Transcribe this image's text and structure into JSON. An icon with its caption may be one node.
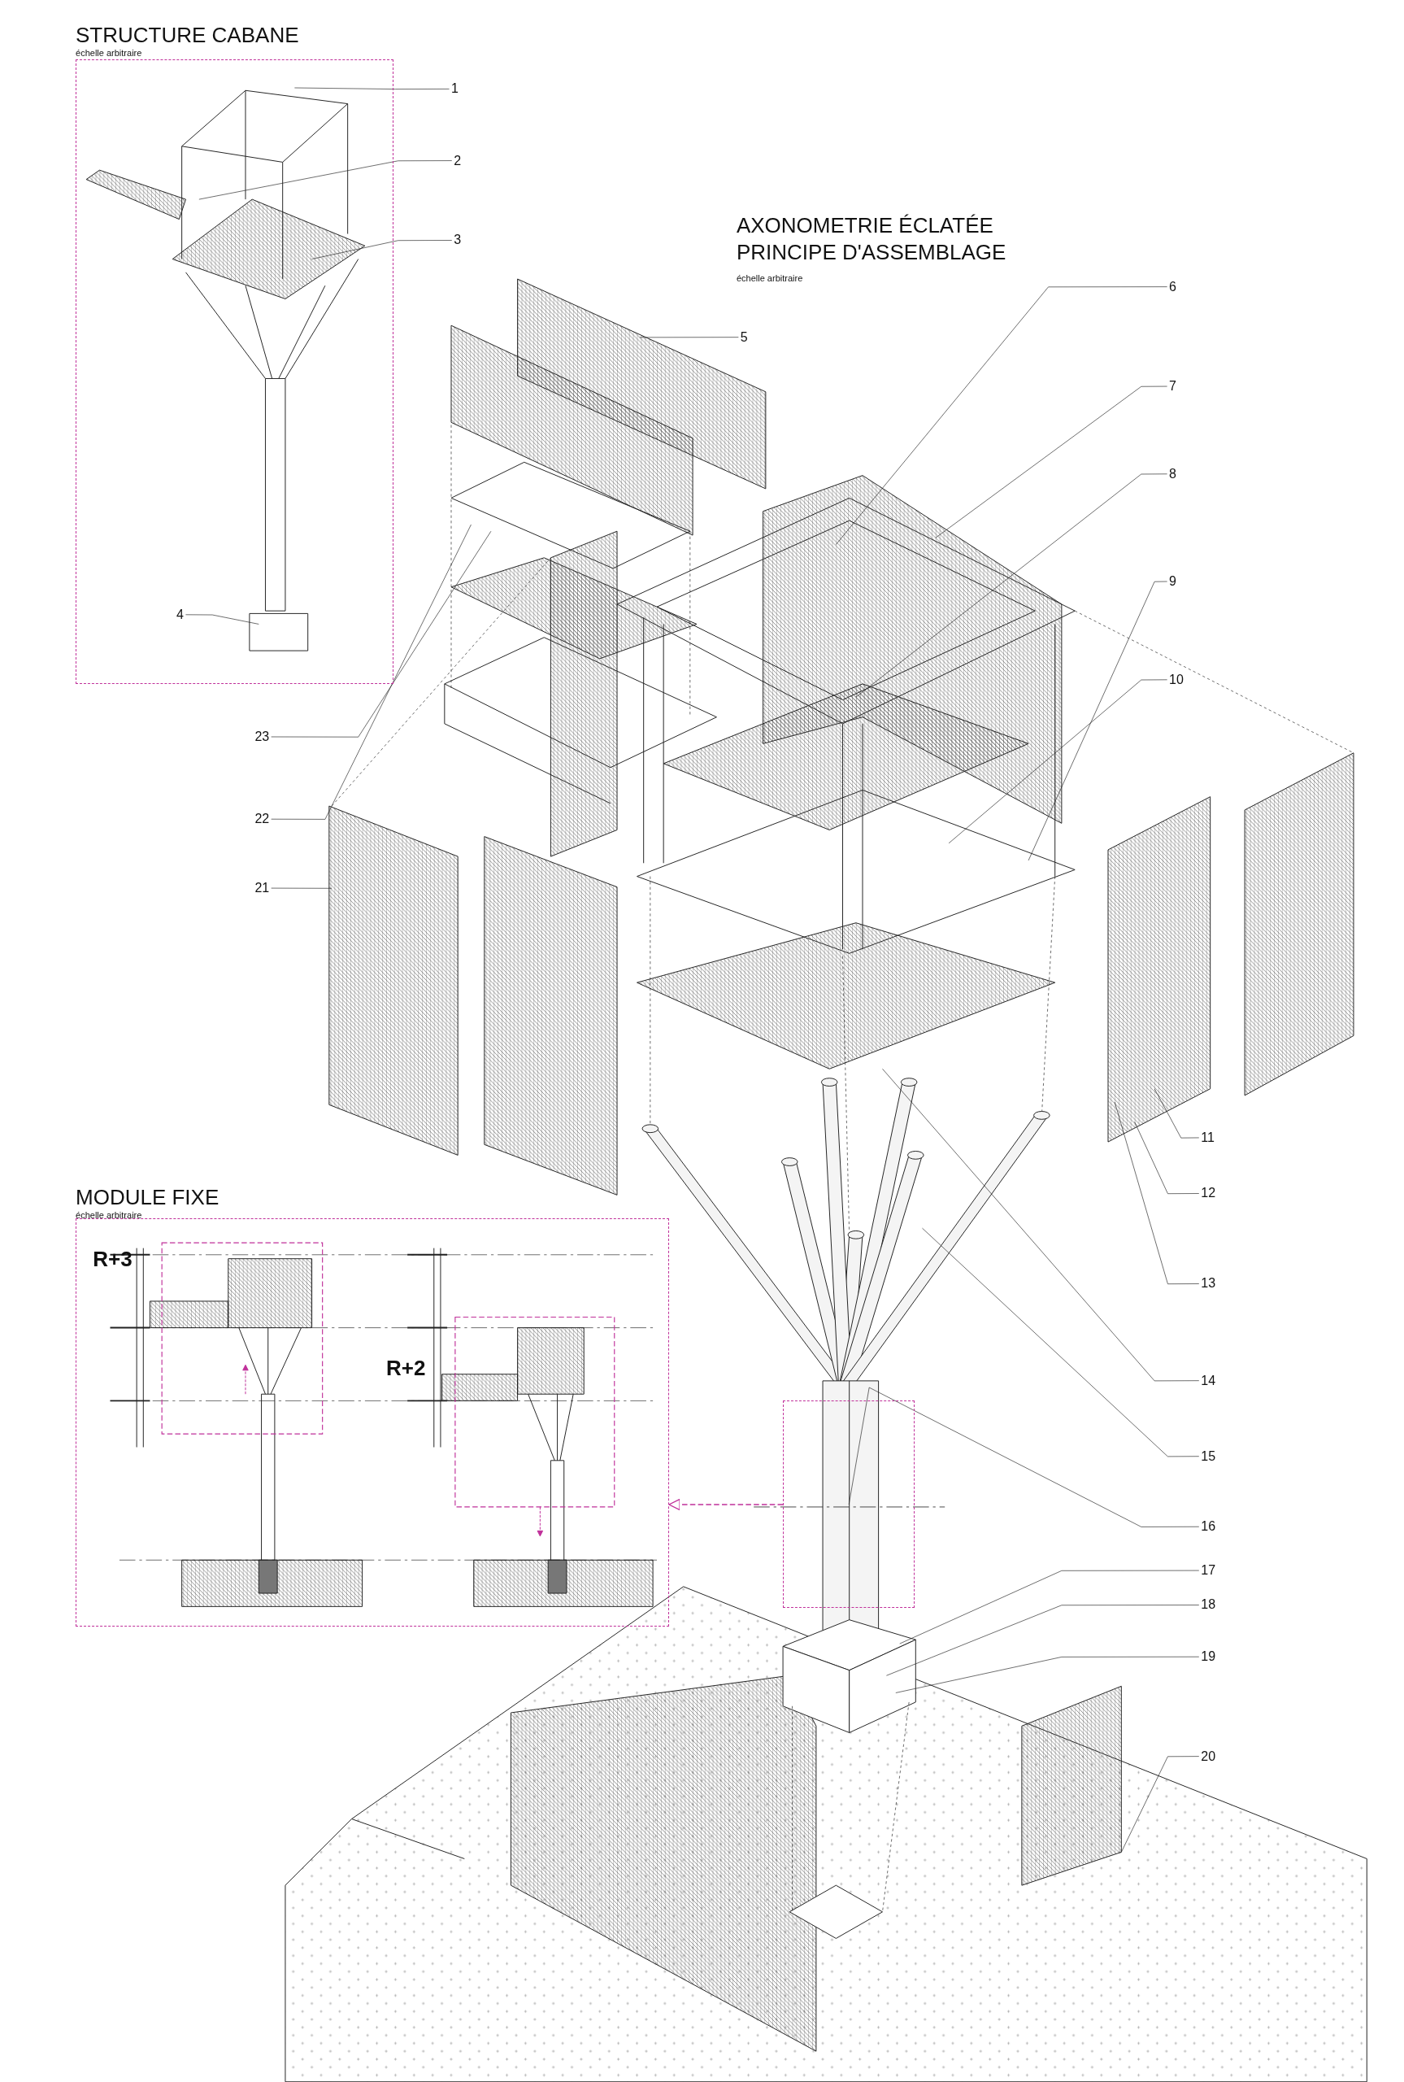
{
  "diagram": {
    "title": "AXONOMETRIE ÉCLATÉE PRINCIPE D'ASSEMBLAGE",
    "nodes": [
      {
        "text": [
          "STRUCTURE CABANE",
          "échelle arbitraire"
        ]
      },
      {
        "text": [
          "MODULE FIXE",
          "échelle arbitraire"
        ]
      },
      {
        "text": [],
        "shape": "box"
      },
      {
        "text": [
          "1"
        ]
      },
      {
        "text": [
          "2"
        ]
      },
      {
        "text": [
          "3"
        ]
      },
      {
        "text": [
          "4"
        ],
        "in": 0
      },
      {
        "text": [
          "5"
        ]
      },
      {
        "text": [
          "6"
        ]
      },
      {
        "text": [
          "7"
        ]
      },
      {
        "text": [
          "8"
        ]
      },
      {
        "text": [
          "9"
        ]
      },
      {
        "text": [
          "10"
        ]
      },
      {
        "text": [
          "11"
        ]
      },
      {
        "text": [
          "12"
        ]
      },
      {
        "text": [
          "13"
        ]
      },
      {
        "text": [
          "14"
        ]
      },
      {
        "text": [
          "15"
        ]
      },
      {
        "text": [
          "16"
        ]
      },
      {
        "text": [
          "17"
        ]
      },
      {
        "text": [
          "18"
        ]
      },
      {
        "text": [
          "19"
        ]
      },
      {
        "text": [
          "20"
        ]
      },
      {
        "text": [
          "21"
        ]
      },
      {
        "text": [
          "22"
        ]
      },
      {
        "text": [
          "23"
        ]
      }
    ],
    "edges": [
      {
        "from": 2,
        "to": 1,
        "arrow": "to",
        "style": "dashed",
        "color": "#c0309a"
      },
      {
        "from": 3,
        "to": 0,
        "arrow": "none"
      },
      {
        "from": 4,
        "to": 0,
        "arrow": "none"
      },
      {
        "from": 5,
        "to": 0,
        "arrow": "none"
      },
      {
        "from": 6,
        "to": null,
        "arrow": "none"
      },
      {
        "from": 7,
        "to": null,
        "arrow": "none"
      },
      {
        "from": 8,
        "to": null,
        "arrow": "none"
      },
      {
        "from": 9,
        "to": null,
        "arrow": "none"
      },
      {
        "from": 10,
        "to": null,
        "arrow": "none"
      },
      {
        "from": 11,
        "to": null,
        "arrow": "none"
      },
      {
        "from": 12,
        "to": null,
        "arrow": "none"
      },
      {
        "from": 13,
        "to": null,
        "arrow": "none"
      },
      {
        "from": 14,
        "to": null,
        "arrow": "none"
      },
      {
        "from": 15,
        "to": null,
        "arrow": "none"
      },
      {
        "from": 16,
        "to": null,
        "arrow": "none"
      },
      {
        "from": 17,
        "to": null,
        "arrow": "none"
      },
      {
        "from": 18,
        "to": 2,
        "arrow": "none"
      },
      {
        "from": 19,
        "to": null,
        "arrow": "none"
      },
      {
        "from": 20,
        "to": null,
        "arrow": "none"
      },
      {
        "from": 21,
        "to": null,
        "arrow": "none"
      },
      {
        "from": 22,
        "to": null,
        "arrow": "none"
      },
      {
        "from": 23,
        "to": null,
        "arrow": "none"
      },
      {
        "from": 24,
        "to": null,
        "arrow": "none"
      },
      {
        "from": 25,
        "to": null,
        "arrow": "none"
      }
    ],
    "labels": [
      "échelle arbitraire",
      "R+3",
      "R+2"
    ]
  }
}
